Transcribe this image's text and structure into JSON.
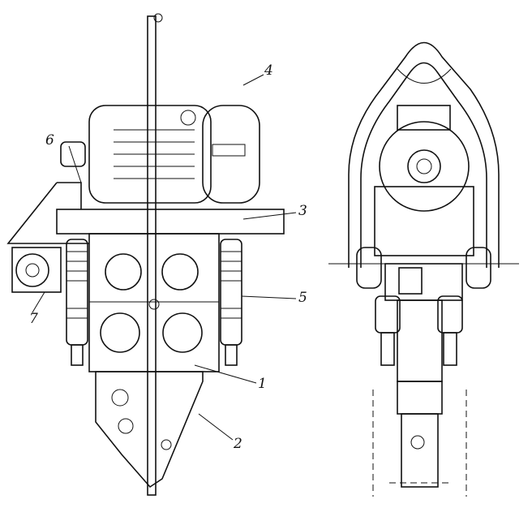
{
  "diagram": {
    "labels": {
      "frame": "1",
      "knife": "2",
      "beam": "3",
      "motor": "4",
      "spring": "5",
      "bracket": "6",
      "connector": "7"
    }
  }
}
